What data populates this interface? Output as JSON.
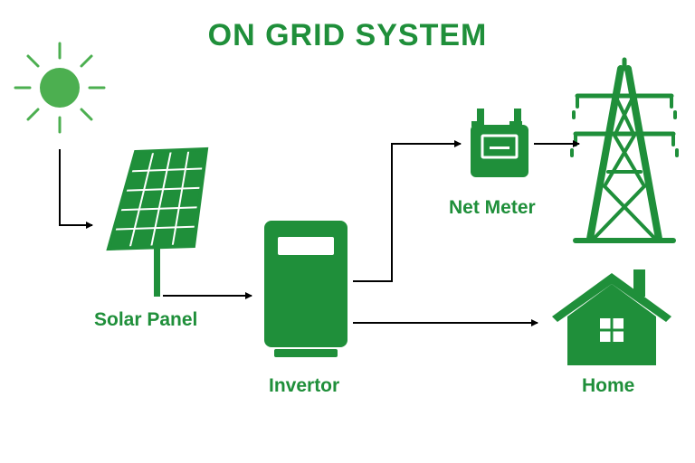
{
  "diagram": {
    "title": "ON GRID SYSTEM",
    "nodes": {
      "sun": {
        "icon": "sun-icon"
      },
      "solar_panel": {
        "label": "Solar Panel",
        "icon": "solar-panel-icon"
      },
      "inverter": {
        "label": "Invertor",
        "icon": "inverter-icon"
      },
      "net_meter": {
        "label": "Net Meter",
        "icon": "meter-icon"
      },
      "grid": {
        "icon": "transmission-tower-icon"
      },
      "home": {
        "label": "Home",
        "icon": "house-icon"
      }
    },
    "edges": [
      {
        "from": "sun",
        "to": "solar_panel"
      },
      {
        "from": "solar_panel",
        "to": "inverter"
      },
      {
        "from": "inverter",
        "to": "net_meter"
      },
      {
        "from": "net_meter",
        "to": "grid"
      },
      {
        "from": "inverter",
        "to": "home"
      }
    ],
    "colors": {
      "accent": "#1f8f3a",
      "sun": "#4caf50",
      "arrow": "#000000",
      "background": "#ffffff"
    }
  }
}
